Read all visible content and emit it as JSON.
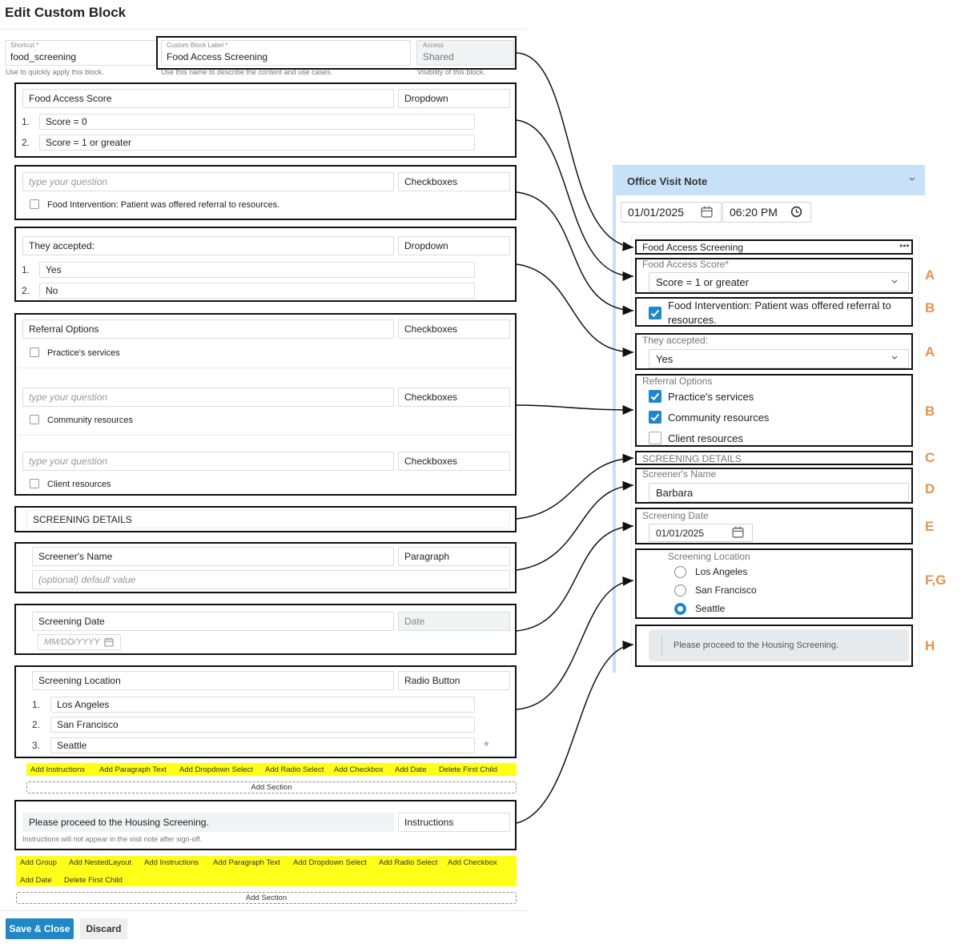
{
  "title": "Edit Custom Block",
  "header": {
    "shortcut": {
      "label": "Shortcut *",
      "value": "food_screening",
      "help": "Use to quickly apply this block."
    },
    "custom_label": {
      "label": "Custom Block Label *",
      "value": "Food Access Screening",
      "help": "Use this name to describe the content and use cases."
    },
    "access": {
      "label": "Access",
      "value": "Shared",
      "help": "Visibility of this block."
    }
  },
  "editor": {
    "food_access": {
      "question": "Food Access Score",
      "type": "Dropdown",
      "options": [
        "Score = 0",
        "Score = 1 or greater"
      ],
      "nums": [
        "1.",
        "2."
      ]
    },
    "food_intervention": {
      "question_placeholder": "type your question",
      "type": "Checkboxes",
      "checkbox": "Food Intervention: Patient was offered referral to resources."
    },
    "accepted": {
      "question": "They accepted:",
      "type": "Dropdown",
      "options": [
        "Yes",
        "No"
      ],
      "nums": [
        "1.",
        "2."
      ]
    },
    "referral": {
      "question": "Referral Options",
      "type": "Checkboxes",
      "item1": "Practice's services",
      "placeholder2": "type your question",
      "type2": "Checkboxes",
      "item2": "Community resources",
      "placeholder3": "type your question",
      "type3": "Checkboxes",
      "item3": "Client resources"
    },
    "screening_details": "SCREENING DETAILS",
    "screener_name": {
      "question": "Screener's Name",
      "type": "Paragraph",
      "default_placeholder": "(optional) default value"
    },
    "screening_date": {
      "question": "Screening Date",
      "type": "Date",
      "date_placeholder": "MM/DD/YYYY"
    },
    "screening_location": {
      "question": "Screening Location",
      "type": "Radio Button",
      "options": [
        "Los Angeles",
        "San Francisco",
        "Seattle"
      ],
      "nums": [
        "1.",
        "2.",
        "3."
      ]
    },
    "section_buttons": [
      "Add Instructions",
      "Add Paragraph Text",
      "Add Dropdown Select",
      "Add Radio Select",
      "Add Checkbox",
      "Add Date",
      "Delete First Child"
    ],
    "add_section_1": "Add Section",
    "instructions": {
      "text": "Please proceed to the Housing Screening.",
      "type": "Instructions",
      "note": "Instructions will not appear in the visit note after sign-off."
    },
    "group_buttons_row1": [
      "Add Group",
      "Add NestedLayout",
      "Add Instructions",
      "Add Paragraph Text",
      "Add Dropdown Select",
      "Add Radio Select",
      "Add Checkbox"
    ],
    "group_buttons_row2": [
      "Add Date",
      "Delete First Child"
    ],
    "add_section_2": "Add Section",
    "save_label": "Save & Close",
    "discard_label": "Discard"
  },
  "preview": {
    "header": "Office Visit Note",
    "date": "01/01/2025",
    "time": "06:20 PM",
    "block_title": "Food Access Screening",
    "more_glyph": "•••",
    "food_access_label": "Food Access Score*",
    "food_access_value": "Score = 1 or greater",
    "intervention_text_1": "Food Intervention: Patient was offered referral to",
    "intervention_text_2": "resources.",
    "accepted_label": "They accepted:",
    "accepted_value": "Yes",
    "referral_label": "Referral Options",
    "referral_items": [
      {
        "label": "Practice's services",
        "checked": true
      },
      {
        "label": "Community resources",
        "checked": true
      },
      {
        "label": "Client resources",
        "checked": false
      }
    ],
    "details_label": "SCREENING DETAILS",
    "screener_label": "Screener's Name",
    "screener_value": "Barbara",
    "date_label": "Screening Date",
    "date_value": "01/01/2025",
    "location_label": "Screening Location",
    "locations": [
      {
        "label": "Los Angeles",
        "selected": false
      },
      {
        "label": "San Francisco",
        "selected": false
      },
      {
        "label": "Seattle",
        "selected": true
      }
    ],
    "instruction_text": "Please proceed to the Housing Screening."
  },
  "letters": [
    "A",
    "B",
    "A",
    "B",
    "C",
    "D",
    "E",
    "F,G",
    "H"
  ],
  "colors": {
    "accent": "#1e88c8",
    "highlight": "#ffff1a",
    "letter": "#e8924a",
    "preview_header": "#c8e1f9"
  }
}
